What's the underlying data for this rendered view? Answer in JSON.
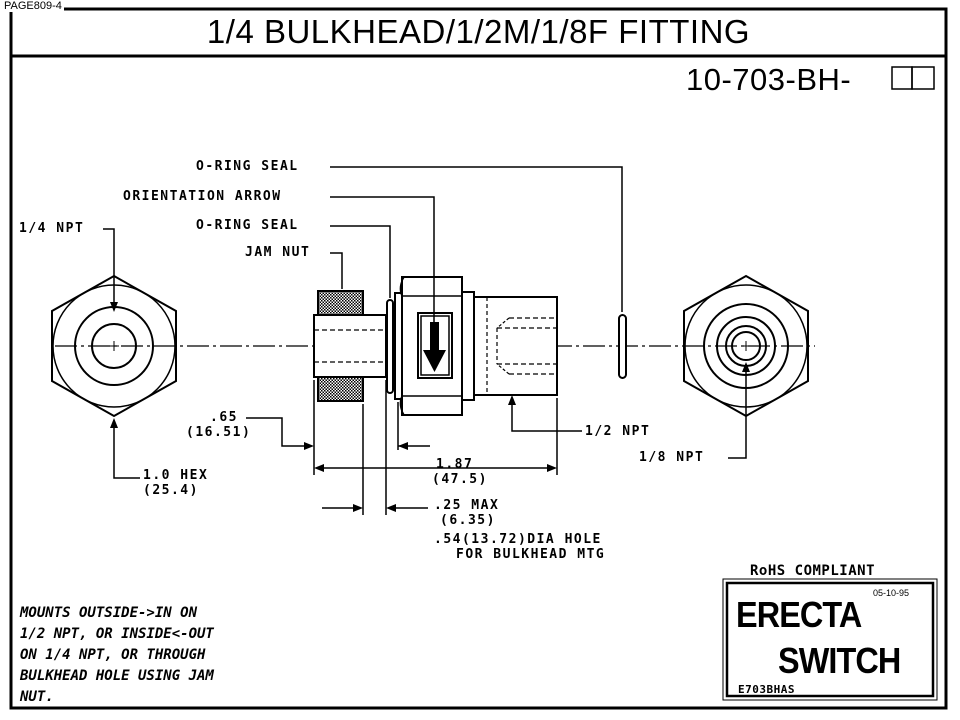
{
  "page_tag": "PAGE809-4",
  "title": "1/4 BULKHEAD/1/2M/1/8F FITTING",
  "part_number": "10-703-BH-",
  "callouts": {
    "oring_seal_top": "O-RING SEAL",
    "orientation_arrow": "ORIENTATION ARROW",
    "oring_seal_mid": "O-RING SEAL",
    "jam_nut": "JAM NUT",
    "npt_quarter": "1/4 NPT",
    "npt_half": "1/2 NPT",
    "npt_eighth": "1/8 NPT"
  },
  "dimensions": {
    "dim_065": ".65",
    "dim_065_mm": "(16.51)",
    "hex": "1.0 HEX",
    "hex_mm": "(25.4)",
    "dim_187": "1.87",
    "dim_187_mm": "(47.5)",
    "dim_025": ".25 MAX",
    "dim_025_mm": "(6.35)",
    "hole_line1": ".54(13.72)DIA HOLE",
    "hole_line2": "FOR BULKHEAD MTG"
  },
  "notes": [
    "MOUNTS OUTSIDE->IN ON",
    "1/2 NPT, OR INSIDE<-OUT",
    "ON 1/4 NPT, OR THROUGH",
    "BULKHEAD HOLE USING JAM",
    "NUT."
  ],
  "title_block": {
    "rohs": "RoHS COMPLIANT",
    "date": "05-10-95",
    "logo_line1": "ERECTA",
    "logo_line2": "SWITCH",
    "drawing_number": "E703BHAS"
  }
}
